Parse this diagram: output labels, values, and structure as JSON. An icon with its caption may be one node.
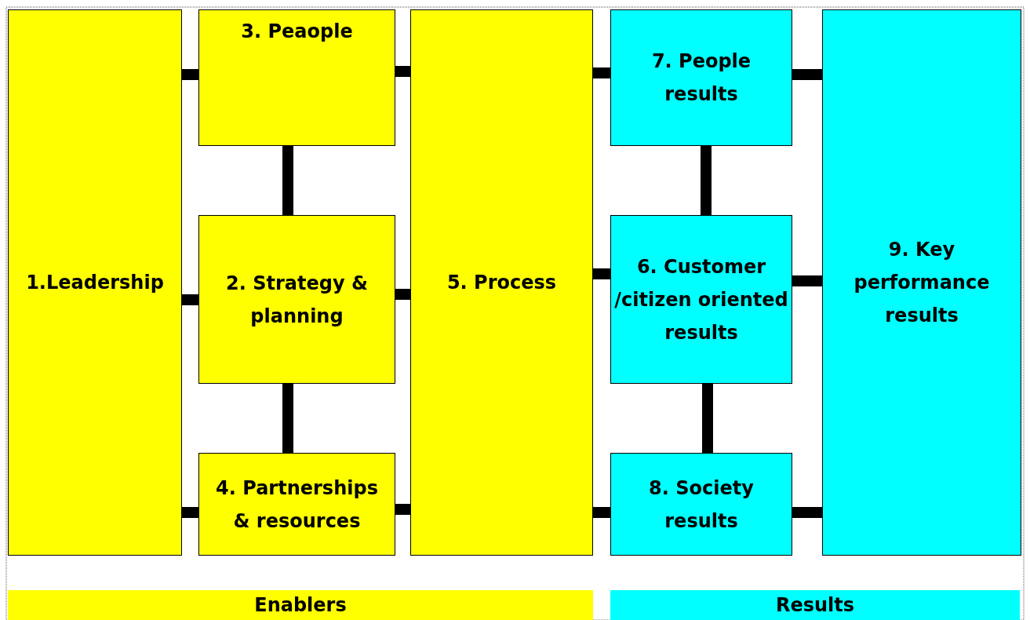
{
  "diagram": {
    "nodes": [
      {
        "text": [
          "1.Leadership"
        ]
      },
      {
        "text": [
          "3. Peaople"
        ]
      },
      {
        "text": [
          "2. Strategy & planning"
        ]
      },
      {
        "text": [
          "4. Partnerships & resources"
        ]
      },
      {
        "text": [
          "5. Process"
        ]
      },
      {
        "text": [
          "7. People results"
        ]
      },
      {
        "text": [
          "6. Customer /citizen oriented results"
        ]
      },
      {
        "text": [
          "8. Society results"
        ]
      },
      {
        "text": [
          "9. Key performance results"
        ]
      },
      {
        "text": [
          "Enablers"
        ]
      },
      {
        "text": [
          "Results"
        ]
      }
    ],
    "edges": [
      {
        "from": 0,
        "to": 1,
        "arrow": "none"
      },
      {
        "from": 0,
        "to": 2,
        "arrow": "none"
      },
      {
        "from": 0,
        "to": 3,
        "arrow": "none"
      },
      {
        "from": 1,
        "to": 4,
        "arrow": "none"
      },
      {
        "from": 2,
        "to": 4,
        "arrow": "none"
      },
      {
        "from": 3,
        "to": 4,
        "arrow": "none"
      },
      {
        "from": 1,
        "to": 2,
        "arrow": "none"
      },
      {
        "from": 2,
        "to": 3,
        "arrow": "none"
      },
      {
        "from": 4,
        "to": 5,
        "arrow": "none"
      },
      {
        "from": 4,
        "to": 6,
        "arrow": "none"
      },
      {
        "from": 4,
        "to": 7,
        "arrow": "none"
      },
      {
        "from": 5,
        "to": 8,
        "arrow": "none"
      },
      {
        "from": 6,
        "to": 8,
        "arrow": "none"
      },
      {
        "from": 7,
        "to": 8,
        "arrow": "none"
      },
      {
        "from": 5,
        "to": 6,
        "arrow": "none"
      },
      {
        "from": 6,
        "to": 7,
        "arrow": "none"
      }
    ]
  }
}
